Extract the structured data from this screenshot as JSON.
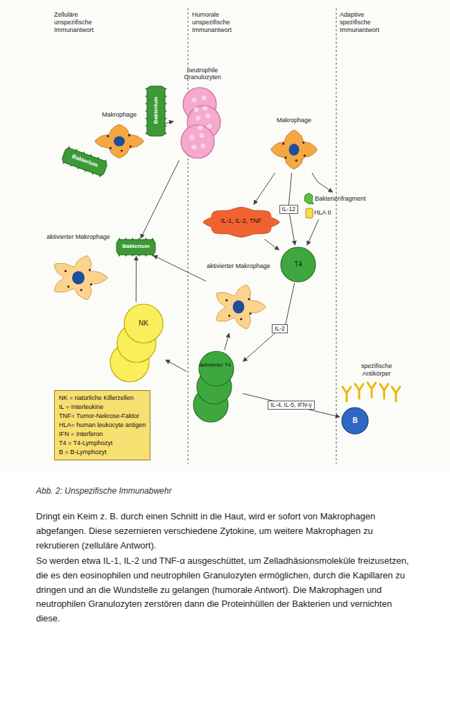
{
  "diagram": {
    "caption": "Abb. 2: Unspezifische Immunabwehr",
    "nodes": [
      {
        "text": [
          "Makrophage"
        ]
      },
      {
        "text": [
          "Bakterium"
        ]
      },
      {
        "text": [
          "Bakterium"
        ]
      },
      {
        "text": [
          "neutrophile Granulozyten"
        ]
      },
      {
        "text": [
          "Makrophage"
        ]
      },
      {
        "text": [
          "IL-1, IL-2, TNF"
        ]
      },
      {
        "text": [
          "Bakterienfragment"
        ]
      },
      {
        "text": [
          "HLA II"
        ]
      },
      {
        "text": [
          "aktivierter Makrophage"
        ]
      },
      {
        "text": [
          "Bakterium"
        ]
      },
      {
        "text": [
          "T4"
        ]
      },
      {
        "text": [
          "aktivierter Makrophage"
        ]
      },
      {
        "text": [
          "NK"
        ]
      },
      {
        "text": [
          "aktivierter T4"
        ]
      },
      {
        "text": [
          "B"
        ]
      }
    ],
    "edges": [
      {
        "from": 0,
        "to": 3,
        "arrow": "to"
      },
      {
        "from": 3,
        "to": 9,
        "arrow": "to"
      },
      {
        "from": 4,
        "to": 5,
        "arrow": "to"
      },
      {
        "from": 4,
        "to": 6,
        "arrow": "to"
      },
      {
        "from": 4,
        "to": 10,
        "label": "IL-12",
        "arrow": "to"
      },
      {
        "from": 5,
        "to": 10,
        "arrow": "to"
      },
      {
        "from": 7,
        "to": 10,
        "arrow": "to"
      },
      {
        "from": 10,
        "to": 13,
        "label": "IL-2",
        "arrow": "to"
      },
      {
        "from": 13,
        "to": 11,
        "arrow": "to"
      },
      {
        "from": 11,
        "to": 9,
        "arrow": "to"
      },
      {
        "from": 12,
        "to": 9,
        "arrow": "to"
      },
      {
        "from": 13,
        "to": 12,
        "arrow": "to"
      },
      {
        "from": 13,
        "to": 14,
        "label": "IL-4, IL-5, IFN-γ",
        "arrow": "to"
      }
    ],
    "labels": [
      "Zelluläre unspezifische Immunantwort",
      "Humorale unspezifische Immunantwort",
      "Adaptive spezifische Immunantwort",
      "spezifische Antikörper",
      "Dringt ein Keim z. B. durch einen Schnitt in die Haut, wird er sofort von Makrophagen abgefangen. Diese sezernieren verschiedene Zytokine, um weitere Makrophagen zu rekrutieren (zelluläre Antwort).",
      "So werden etwa IL-1, IL-2 und TNF-α ausgeschüttet, um Zelladhäsionsmoleküle freizusetzen, die es den eosinophilen und neutrophilen Granulozyten ermöglichen, durch die Kapillaren zu dringen und an die Wundstelle zu gelangen (humorale Antwort). Die Makrophagen und neutrophilen Granulozyten zerstören dann die Proteinhüllen der Bakterien und vernichten diese."
    ],
    "legend": [
      {
        "text": "NK = natürliche Killerzellen"
      },
      {
        "text": "IL = Interleukine"
      },
      {
        "text": "TNF= Tumor-Nekrose-Faktor"
      },
      {
        "text": "HLA= human leukocyte antigen"
      },
      {
        "text": "IFN = Interferon"
      },
      {
        "text": "T4 = T4-Lymphozyt"
      },
      {
        "text": "B = B-Lymphozyt"
      }
    ]
  }
}
